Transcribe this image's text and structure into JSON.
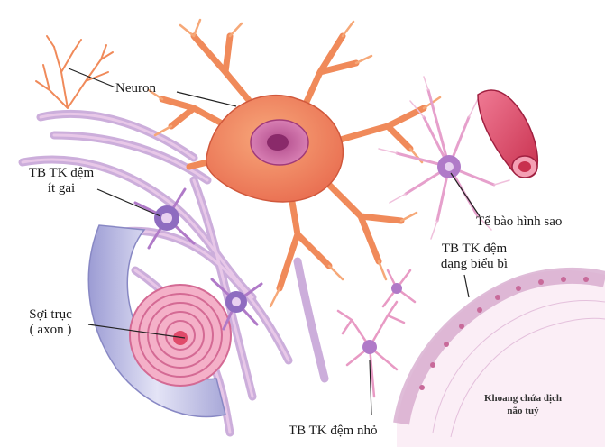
{
  "labels": {
    "neuron": "Neuron",
    "oligodendrocyte_line1": "TB TK đệm",
    "oligodendrocyte_line2": "ít gai",
    "axon_line1": "Sợi trục",
    "axon_line2": "( axon )",
    "astrocyte": "Tế bào hình sao",
    "ependymal_line1": "TB TK đệm",
    "ependymal_line2": "dạng biểu bì",
    "microglia": "TB TK đệm nhỏ",
    "ventricle_line1": "Khoang chứa dịch",
    "ventricle_line2": "não tuỷ"
  },
  "colors": {
    "neuron": "#f28a5a",
    "neuron_dark": "#e0604a",
    "nucleus": "#c85a9a",
    "glia": "#e59ac8",
    "glia_body": "#c57bc0",
    "vessel": "#e04a6a",
    "sheath": "#b8b8e0",
    "axon": "#f0a8c0"
  }
}
